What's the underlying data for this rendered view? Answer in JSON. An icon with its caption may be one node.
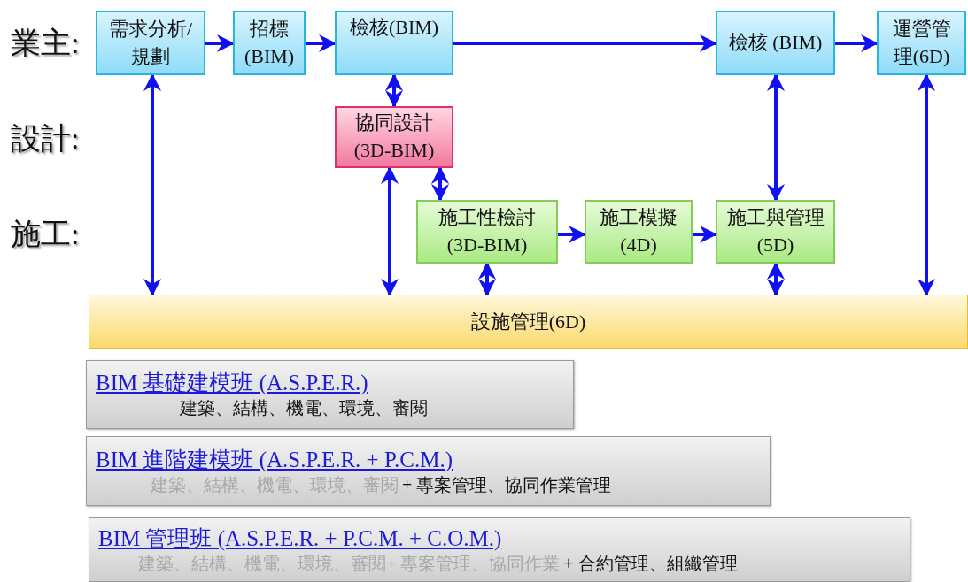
{
  "diagram": {
    "nodes": [
      {
        "text": [
          "需求分析/規劃"
        ]
      },
      {
        "text": [
          "招標 (BIM)"
        ]
      },
      {
        "text": [
          "檢核(BIM)"
        ]
      },
      {
        "text": [
          "檢核 (BIM)"
        ]
      },
      {
        "text": [
          "運營管理(6D)"
        ]
      },
      {
        "text": [
          "協同設計 (3D-BIM)"
        ]
      },
      {
        "text": [
          "施工性檢討 (3D-BIM)"
        ]
      },
      {
        "text": [
          "施工模擬(4D)"
        ]
      },
      {
        "text": [
          "施工與管理(5D)"
        ]
      },
      {
        "text": [
          "設施管理(6D)"
        ]
      },
      {
        "text": [
          "BIM 基礎建模班 (A.S.P.E.R.)",
          "建築、結構、機電、環境、審閱"
        ]
      },
      {
        "text": [
          "BIM 進階建模班 (A.S.P.E.R. + P.C.M.)",
          "建築、結構、機電、環境、審閱",
          "+ 專案管理、協同作業管理"
        ]
      },
      {
        "text": [
          "BIM 管理班 (A.S.P.E.R. + P.C.M. + C.O.M.)",
          "建築、結構、機電、環境、審閱+ 專案管理、協同作業",
          "+ 合約管理、組織管理"
        ]
      }
    ],
    "edges": [
      {
        "from": 0,
        "to": 1,
        "arrow": "to"
      },
      {
        "from": 1,
        "to": 2,
        "arrow": "to"
      },
      {
        "from": 2,
        "to": 3,
        "arrow": "to"
      },
      {
        "from": 3,
        "to": 4,
        "arrow": "to"
      },
      {
        "from": 2,
        "to": 5,
        "arrow": "both"
      },
      {
        "from": 0,
        "to": 9,
        "arrow": "both"
      },
      {
        "from": 5,
        "to": 9,
        "arrow": "both"
      },
      {
        "from": 5,
        "to": 6,
        "arrow": "both"
      },
      {
        "from": 6,
        "to": 9,
        "arrow": "both"
      },
      {
        "from": 6,
        "to": 7,
        "arrow": "to"
      },
      {
        "from": 7,
        "to": 8,
        "arrow": "to"
      },
      {
        "from": 3,
        "to": 8,
        "arrow": "both"
      },
      {
        "from": 8,
        "to": 9,
        "arrow": "both"
      },
      {
        "from": 4,
        "to": 9,
        "arrow": "both"
      }
    ],
    "labels": [
      "業主:",
      "設計:",
      "施工:"
    ]
  }
}
